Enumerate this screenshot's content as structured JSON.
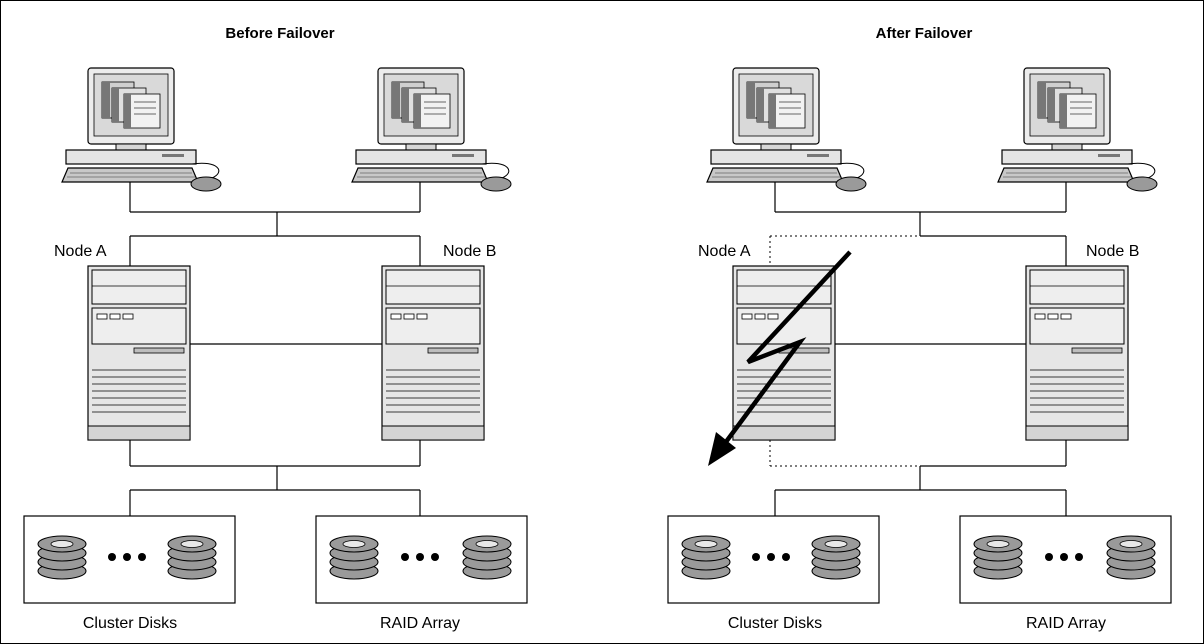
{
  "diagram": {
    "panels": [
      {
        "title": "Before Failover",
        "node_a_label": "Node A",
        "node_b_label": "Node B",
        "storage_left_label": "Cluster Disks",
        "storage_right_label": "RAID Array",
        "node_a_failed": false
      },
      {
        "title": "After Failover",
        "node_a_label": "Node A",
        "node_b_label": "Node B",
        "storage_left_label": "Cluster Disks",
        "storage_right_label": "RAID Array",
        "node_a_failed": true
      }
    ],
    "colors": {
      "line": "#000000",
      "device_fill": "#e4e4e4",
      "device_dark": "#8c8c8c",
      "screen_fill": "#b8b8b8",
      "disk_fill": "#9a9a9a"
    }
  }
}
